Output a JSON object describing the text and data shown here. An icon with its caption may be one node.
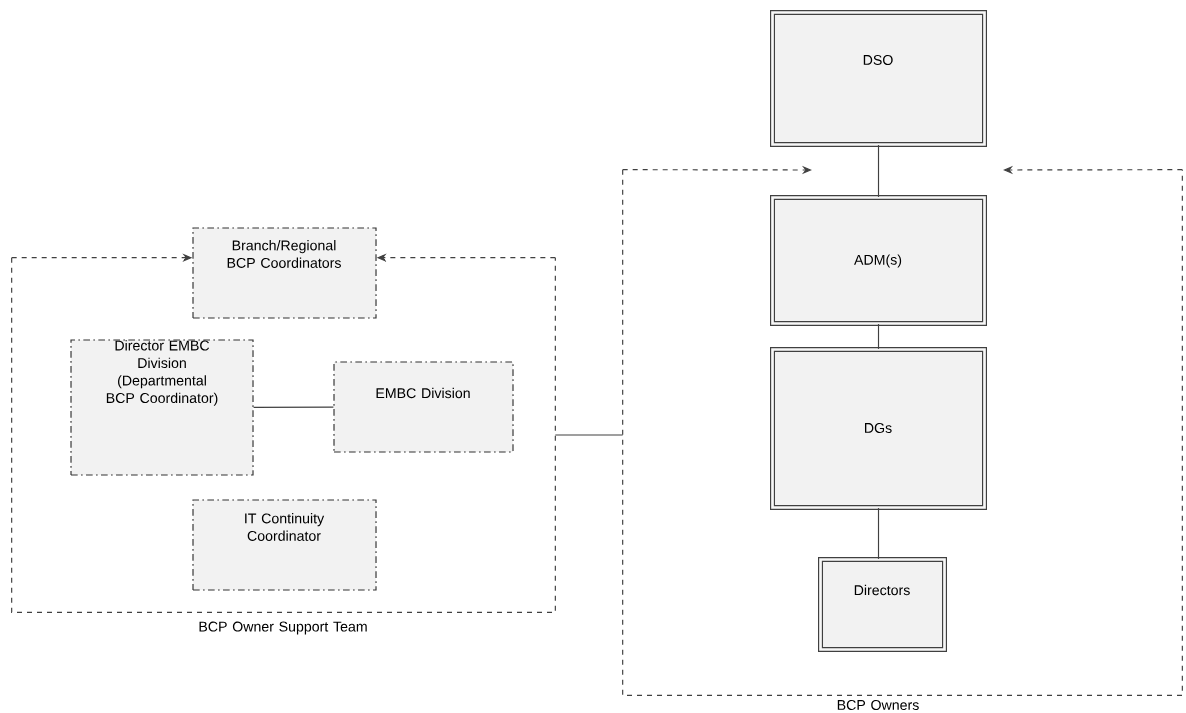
{
  "diagram": {
    "nodes": [
      {
        "text": [
          "BCP Owner Support Team"
        ]
      },
      {
        "text": [
          "Branch/Regional BCP Coordinators"
        ]
      },
      {
        "text": [
          "Director EMBC Division (Departmental BCP Coordinator)"
        ],
        "in": 0
      },
      {
        "text": [
          "EMBC Division"
        ],
        "in": 0
      },
      {
        "text": [
          "IT Continuity Coordinator"
        ],
        "in": 0
      },
      {
        "text": [
          "DSO"
        ]
      },
      {
        "text": [
          "BCP Owners"
        ]
      },
      {
        "text": [
          "ADM(s)"
        ],
        "in": 6
      },
      {
        "text": [
          "DGs"
        ],
        "in": 6
      },
      {
        "text": [
          "Directors"
        ],
        "in": 6
      }
    ],
    "edges": [
      {
        "from": 2,
        "to": 3,
        "arrow": "none"
      },
      {
        "from": 0,
        "to": 6,
        "arrow": "none"
      },
      {
        "from": 5,
        "to": 7,
        "arrow": "none"
      },
      {
        "from": 7,
        "to": 8,
        "arrow": "none"
      },
      {
        "from": 8,
        "to": 9,
        "arrow": "none"
      },
      {
        "from": 0,
        "to": 1,
        "arrow": "to",
        "style": "dashed"
      },
      {
        "from": 0,
        "to": 1,
        "arrow": "to",
        "style": "dashed"
      },
      {
        "from": 6,
        "to": null,
        "arrow": "to",
        "style": "dashed"
      },
      {
        "from": 6,
        "to": null,
        "arrow": "to",
        "style": "dashed"
      }
    ]
  }
}
